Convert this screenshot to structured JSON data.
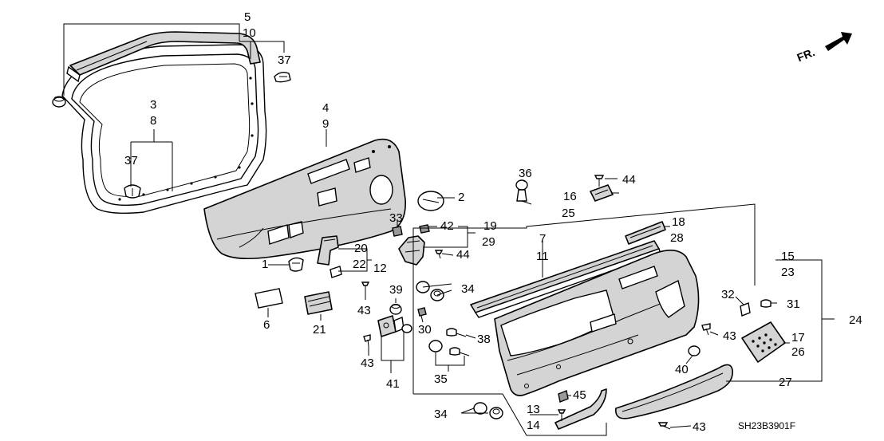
{
  "diagram": {
    "code": "SH23B3901F",
    "front_indicator": "FR.",
    "labels": [
      {
        "id": "l5",
        "text": "5"
      },
      {
        "id": "l10",
        "text": "10"
      },
      {
        "id": "l37a",
        "text": "37"
      },
      {
        "id": "l3",
        "text": "3"
      },
      {
        "id": "l8",
        "text": "8"
      },
      {
        "id": "l37b",
        "text": "37"
      },
      {
        "id": "l4",
        "text": "4"
      },
      {
        "id": "l9",
        "text": "9"
      },
      {
        "id": "l36",
        "text": "36"
      },
      {
        "id": "l44a",
        "text": "44"
      },
      {
        "id": "l2",
        "text": "2"
      },
      {
        "id": "l16",
        "text": "16"
      },
      {
        "id": "l25",
        "text": "25"
      },
      {
        "id": "l33",
        "text": "33"
      },
      {
        "id": "l42",
        "text": "42"
      },
      {
        "id": "l19",
        "text": "19"
      },
      {
        "id": "l29",
        "text": "29"
      },
      {
        "id": "l18",
        "text": "18"
      },
      {
        "id": "l28",
        "text": "28"
      },
      {
        "id": "l7",
        "text": "7"
      },
      {
        "id": "l11",
        "text": "11"
      },
      {
        "id": "l20",
        "text": "20"
      },
      {
        "id": "l22",
        "text": "22"
      },
      {
        "id": "l44b",
        "text": "44"
      },
      {
        "id": "l15",
        "text": "15"
      },
      {
        "id": "l23",
        "text": "23"
      },
      {
        "id": "l1",
        "text": "1"
      },
      {
        "id": "l12",
        "text": "12"
      },
      {
        "id": "l39",
        "text": "39"
      },
      {
        "id": "l34a",
        "text": "34"
      },
      {
        "id": "l32",
        "text": "32"
      },
      {
        "id": "l31",
        "text": "31"
      },
      {
        "id": "l24",
        "text": "24"
      },
      {
        "id": "l6",
        "text": "6"
      },
      {
        "id": "l43a",
        "text": "43"
      },
      {
        "id": "l21",
        "text": "21"
      },
      {
        "id": "l30",
        "text": "30"
      },
      {
        "id": "l38",
        "text": "38"
      },
      {
        "id": "l43b",
        "text": "43"
      },
      {
        "id": "l17",
        "text": "17"
      },
      {
        "id": "l26",
        "text": "26"
      },
      {
        "id": "l43c",
        "text": "43"
      },
      {
        "id": "l40",
        "text": "40"
      },
      {
        "id": "l35",
        "text": "35"
      },
      {
        "id": "l41",
        "text": "41"
      },
      {
        "id": "l27",
        "text": "27"
      },
      {
        "id": "l45",
        "text": "45"
      },
      {
        "id": "l34b",
        "text": "34"
      },
      {
        "id": "l13",
        "text": "13"
      },
      {
        "id": "l14",
        "text": "14"
      },
      {
        "id": "l43d",
        "text": "43"
      }
    ]
  }
}
